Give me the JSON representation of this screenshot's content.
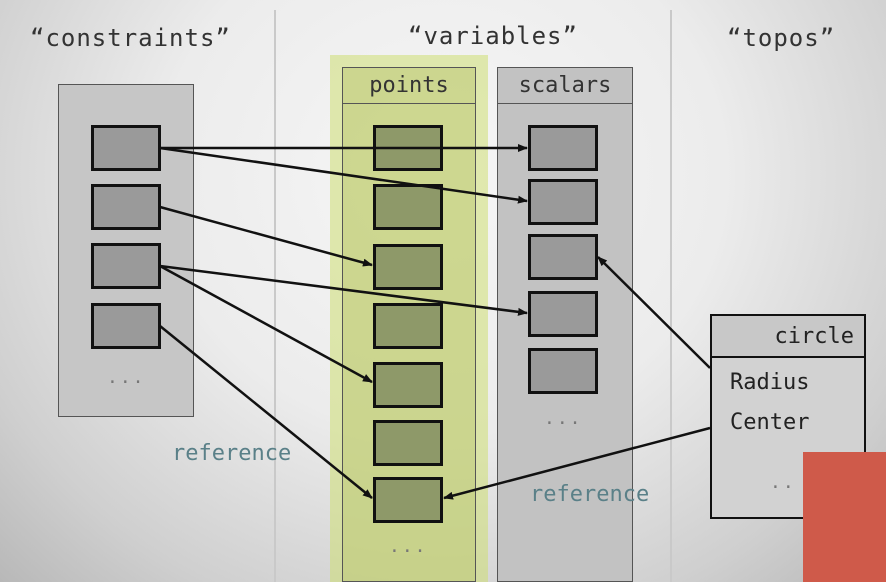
{
  "headings": {
    "constraints": "“constraints”",
    "variables": "“variables”",
    "topos": "“topos”"
  },
  "columns": {
    "points": "points",
    "scalars": "scalars"
  },
  "ellipsis": "...",
  "topos_box": {
    "title": "circle",
    "fields": [
      "Radius",
      "Center"
    ],
    "ellipsis": ".."
  },
  "labels": {
    "reference_left": "reference",
    "reference_right": "reference"
  },
  "colors": {
    "points_highlight": "#cdde73",
    "reference_text": "#5a8088",
    "red_block": "#cf5a4a"
  }
}
